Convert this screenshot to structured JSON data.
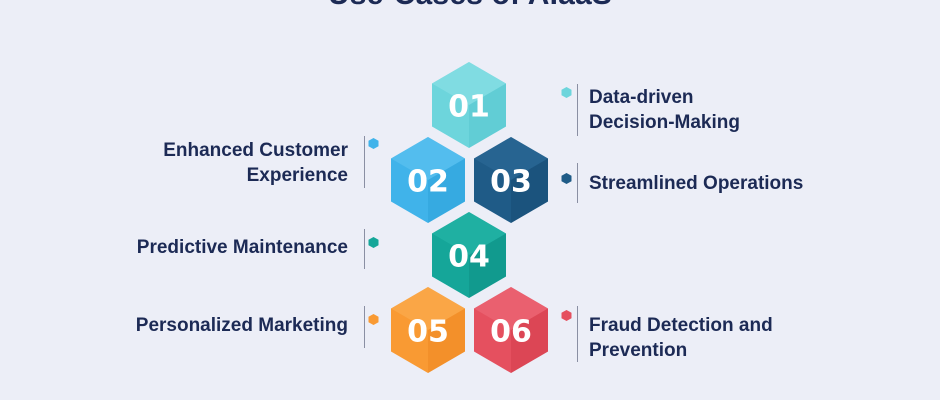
{
  "title": "Use-Cases of AIaaS",
  "items": [
    {
      "number": "01",
      "label_lines": [
        "Data-driven",
        "Decision-Making"
      ],
      "color": "#6dd5dc",
      "color_light": "#8fe2e7",
      "color_dark": "#52c3cb"
    },
    {
      "number": "02",
      "label_lines": [
        "Enhanced Customer",
        "Experience"
      ],
      "color": "#40b3ea",
      "color_light": "#62c4f1",
      "color_dark": "#2a9fd8"
    },
    {
      "number": "03",
      "label_lines": [
        "Streamlined Operations"
      ],
      "color": "#1f5b87",
      "color_light": "#2d6c99",
      "color_dark": "#164a70"
    },
    {
      "number": "04",
      "label_lines": [
        "Predictive Maintenance"
      ],
      "color": "#15a699",
      "color_light": "#28b8aa",
      "color_dark": "#0e8c81"
    },
    {
      "number": "05",
      "label_lines": [
        "Personalized Marketing"
      ],
      "color": "#f99a33",
      "color_light": "#fcb055",
      "color_dark": "#ec8420"
    },
    {
      "number": "06",
      "label_lines": [
        "Fraud Detection and",
        "Prevention"
      ],
      "color": "#e5505f",
      "color_light": "#ee6e7b",
      "color_dark": "#d13a4a"
    }
  ]
}
